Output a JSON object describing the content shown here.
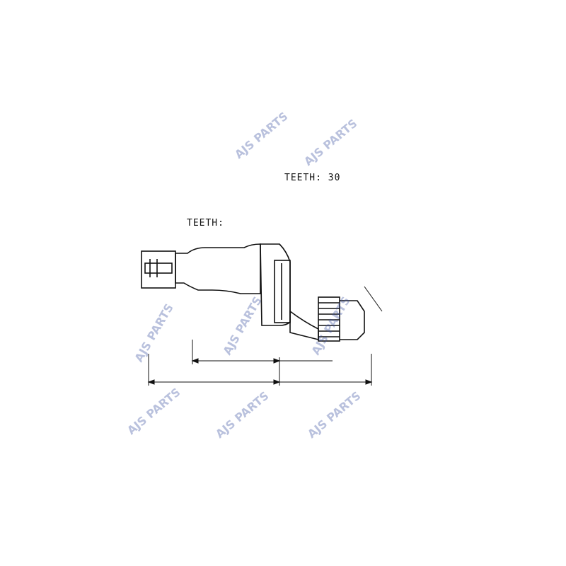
{
  "drawing": {
    "labels": {
      "teeth_outer": "TEETH: 30",
      "teeth_inner": "TEETH: "
    }
  },
  "watermark": {
    "text": "AJS PARTS",
    "color": "#3a4fa0"
  }
}
